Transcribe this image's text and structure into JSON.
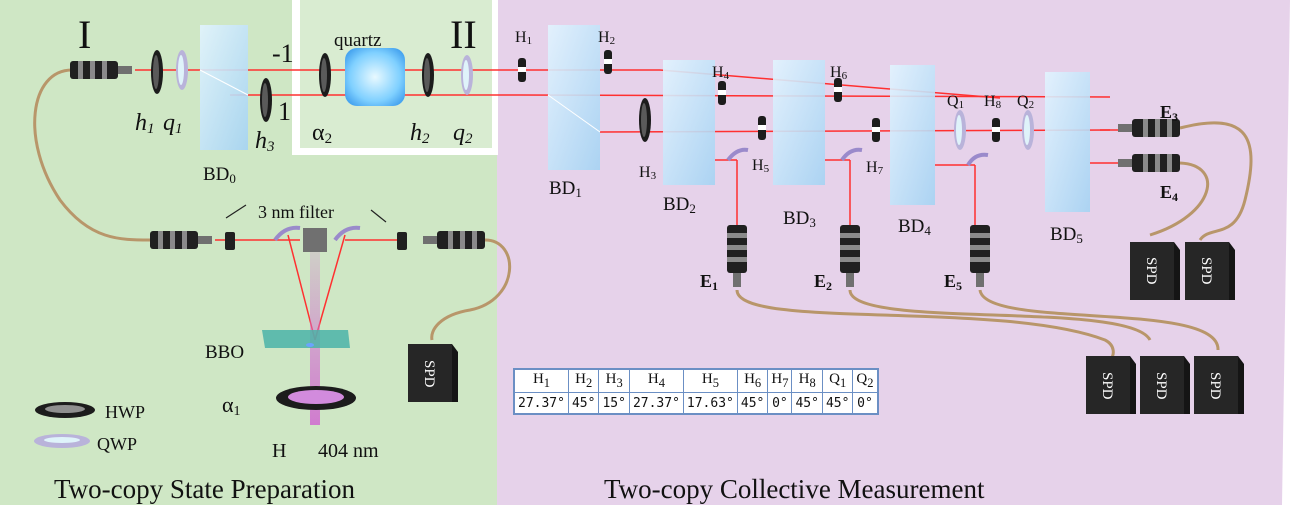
{
  "sections": {
    "preparation": "Two-copy State Preparation",
    "measurement": "Two-copy Collective Measurement"
  },
  "stage_labels": {
    "stage1": "I",
    "stage2": "II"
  },
  "order_labels": {
    "minus1": "-1",
    "plus1": "1"
  },
  "components": {
    "h1": "h",
    "h1_sub": "1",
    "q1": "q",
    "q1_sub": "1",
    "h2": "h",
    "h2_sub": "2",
    "q2": "q",
    "q2_sub": "2",
    "h3": "h",
    "h3_sub": "3",
    "alpha2": "α",
    "alpha2_sub": "2",
    "alpha1": "α",
    "alpha1_sub": "1",
    "quartz": "quartz",
    "bd0": "BD",
    "bd0_sub": "0",
    "bd1": "BD",
    "bd1_sub": "1",
    "bd2": "BD",
    "bd2_sub": "2",
    "bd3": "BD",
    "bd3_sub": "3",
    "bd4": "BD",
    "bd4_sub": "4",
    "bd5": "BD",
    "bd5_sub": "5",
    "H1": "H",
    "H1_sub": "1",
    "H2": "H",
    "H2_sub": "2",
    "H3": "H",
    "H3_sub": "3",
    "H4": "H",
    "H4_sub": "4",
    "H5": "H",
    "H5_sub": "5",
    "H6": "H",
    "H6_sub": "6",
    "H7": "H",
    "H7_sub": "7",
    "H8": "H",
    "H8_sub": "8",
    "Q1": "Q",
    "Q1_sub": "1",
    "Q2": "Q",
    "Q2_sub": "2",
    "E1": "E",
    "E1_sub": "1",
    "E2": "E",
    "E2_sub": "2",
    "E3": "E",
    "E3_sub": "3",
    "E4": "E",
    "E4_sub": "4",
    "E5": "E",
    "E5_sub": "5",
    "filter": "3 nm filter",
    "bbo": "BBO",
    "pump_pol": "H",
    "pump_wavelength": "404 nm",
    "spd": "SPD"
  },
  "legend": {
    "hwp": "HWP",
    "qwp": "QWP"
  },
  "settings_table": {
    "headers": [
      "H",
      "H",
      "H",
      "H",
      "H",
      "H",
      "H",
      "H",
      "Q",
      "Q"
    ],
    "header_subs": [
      "1",
      "2",
      "3",
      "4",
      "5",
      "6",
      "7",
      "8",
      "1",
      "2"
    ],
    "values": [
      "27.37°",
      "45°",
      "15°",
      "27.37°",
      "17.63°",
      "45°",
      "0°",
      "45°",
      "45°",
      "0°"
    ]
  },
  "colors": {
    "prep_bg": "#cfe7c5",
    "meas_bg": "#e6d2ea",
    "beam": "#ff3030",
    "pump": "#e28ad8",
    "fiber": "#b8966a",
    "crystal": "#bde3fb"
  }
}
